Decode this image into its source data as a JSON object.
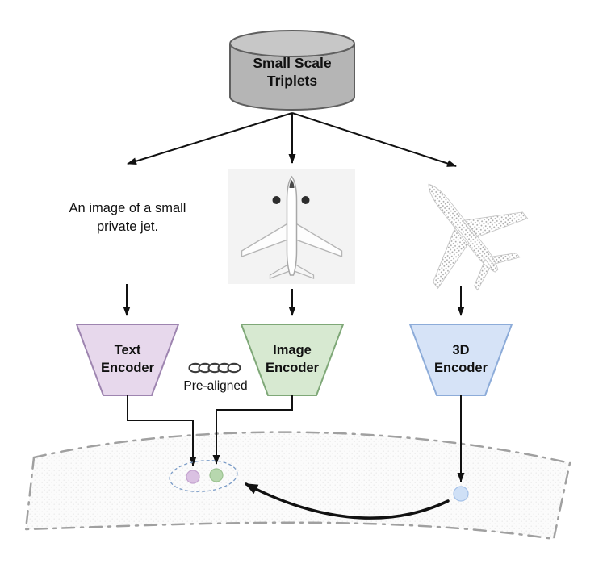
{
  "figure": {
    "background": "#ffffff",
    "database": {
      "line1": "Small Scale",
      "line2": "Triplets",
      "fill": "#b5b5b5",
      "top_fill": "#c7c7c7",
      "stroke": "#5f5f5f"
    },
    "caption": {
      "line1": "An image of a small",
      "line2": "private jet."
    },
    "encoders": {
      "text": {
        "line1": "Text",
        "line2": "Encoder",
        "fill": "#e7d8ec",
        "stroke": "#9e85b0"
      },
      "image": {
        "line1": "Image",
        "line2": "Encoder",
        "fill": "#d7e9d1",
        "stroke": "#7fa878"
      },
      "threed": {
        "line1": "3D",
        "line2": "Encoder",
        "fill": "#d6e3f7",
        "stroke": "#8dacd9"
      }
    },
    "prealigned": {
      "label": "Pre-aligned"
    },
    "embedding": {
      "dots": {
        "text": {
          "fill": "#dac1e2",
          "stroke": "#c4a3cf"
        },
        "image": {
          "fill": "#b7d7ae",
          "stroke": "#9cc391"
        },
        "threed": {
          "fill": "#cfe0f6",
          "stroke": "#a3c0e8"
        }
      }
    }
  }
}
